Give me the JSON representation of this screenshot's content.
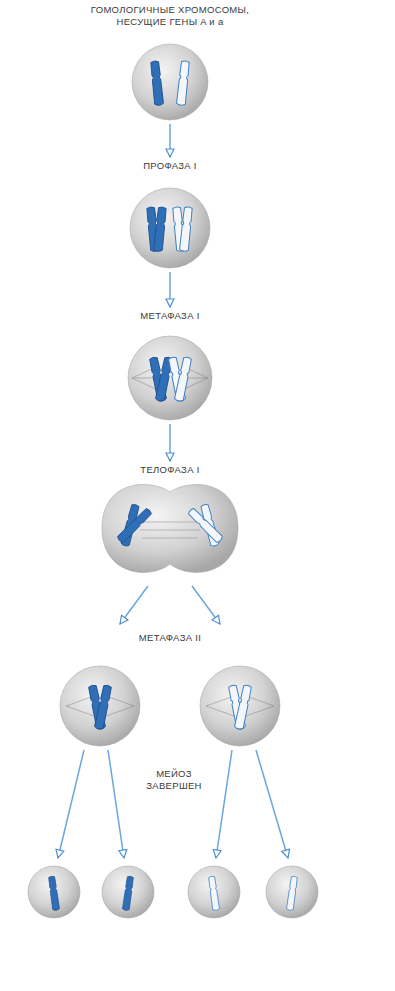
{
  "diagram": {
    "nodes": [
      {
        "text": [
          "ГОМОЛОГИЧНЫЕ ХРОМОСОМЫ, НЕСУЩИЕ ГЕНЫ A и a"
        ]
      },
      {
        "text": [
          "ПРОФАЗА I"
        ]
      },
      {
        "text": [
          "МЕТАФАЗА I"
        ]
      },
      {
        "text": [
          "ТЕЛОФАЗА I"
        ]
      }
    ],
    "edges": [
      {
        "from": 0,
        "to": 1,
        "arrow": "to"
      },
      {
        "from": 1,
        "to": 2,
        "arrow": "to"
      },
      {
        "from": 2,
        "to": 3,
        "arrow": "to"
      }
    ],
    "labels": [
      "МЕТАФАЗА II",
      "МЕЙОЗ ЗАВЕРШЕН"
    ]
  }
}
